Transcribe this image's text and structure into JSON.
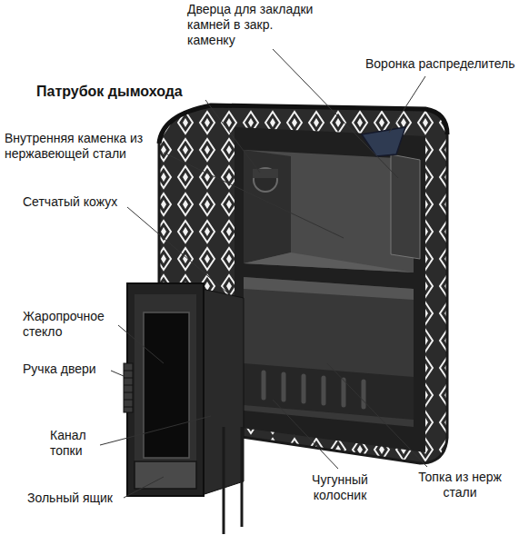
{
  "diagram": {
    "labels": [
      "Дверца для закладки камней в закр. каменку",
      "Воронка распределитель",
      "Патрубок дымохода",
      "Внутренняя каменка из нержавеющей стали",
      "Сетчатый кожух",
      "Жаропрочное стекло",
      "Ручка двери",
      "Канал топки",
      "Зольный ящик",
      "Чугунный колосник",
      "Топка из нерж стали"
    ]
  }
}
